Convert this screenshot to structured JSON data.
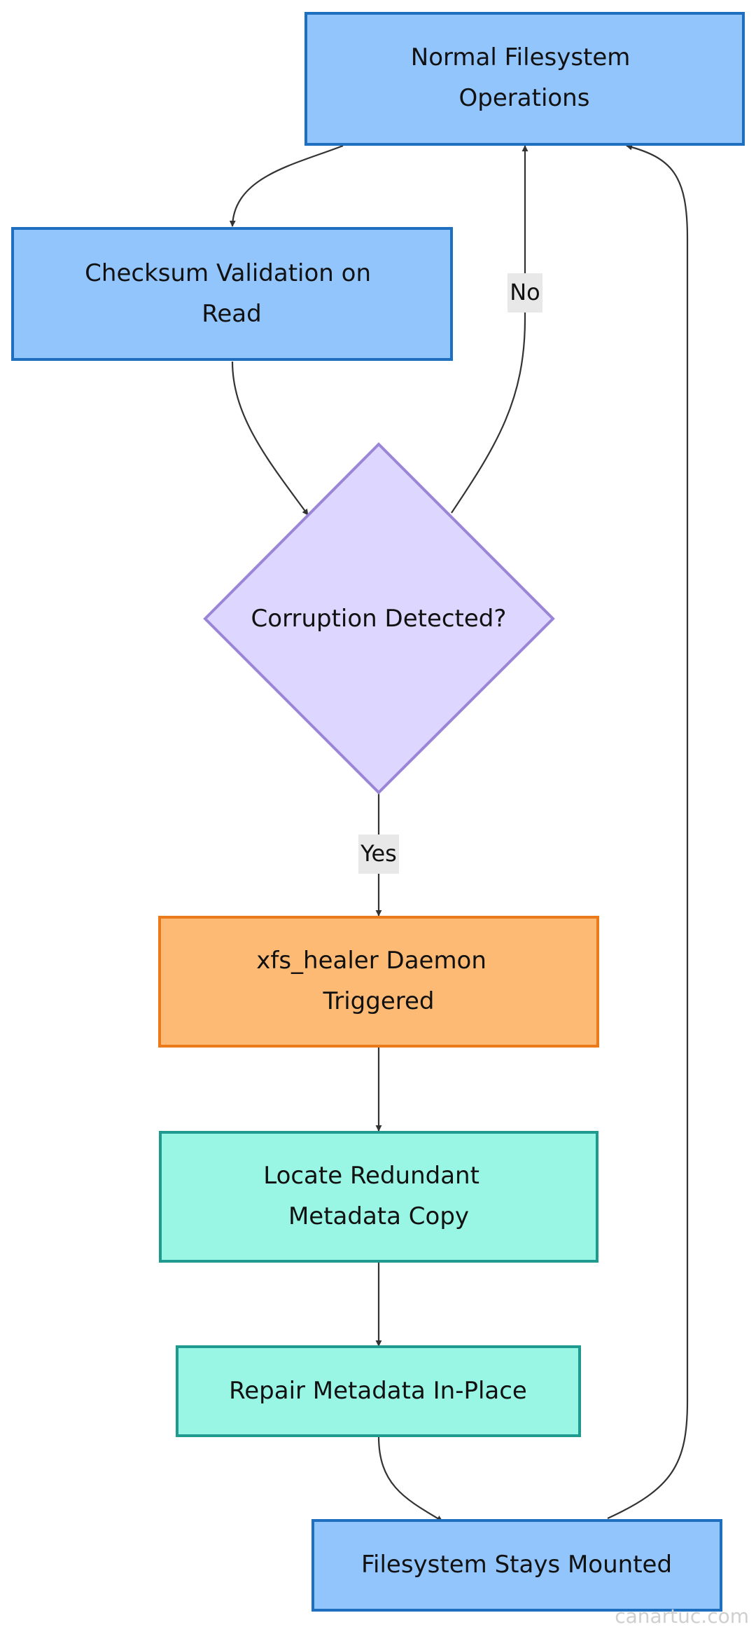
{
  "diagram": {
    "nodes": {
      "normal_ops": {
        "lines": [
          "Normal Filesystem",
          "Operations"
        ],
        "fill": "#93c5fd",
        "stroke": "#1e6fbf"
      },
      "checksum": {
        "lines": [
          "Checksum Validation on",
          "Read"
        ],
        "fill": "#93c5fd",
        "stroke": "#1e6fbf"
      },
      "corruption": {
        "lines": [
          "Corruption Detected?"
        ],
        "fill": "#ddd6fe",
        "stroke": "#9b85d6"
      },
      "healer": {
        "lines": [
          "xfs_healer Daemon",
          "Triggered"
        ],
        "fill": "#fdba74",
        "stroke": "#ea7a1a"
      },
      "locate": {
        "lines": [
          "Locate Redundant",
          "Metadata Copy"
        ],
        "fill": "#99f6e4",
        "stroke": "#1f9a8e"
      },
      "repair": {
        "lines": [
          "Repair Metadata In-Place"
        ],
        "fill": "#99f6e4",
        "stroke": "#1f9a8e"
      },
      "mounted": {
        "lines": [
          "Filesystem Stays Mounted"
        ],
        "fill": "#93c5fd",
        "stroke": "#1e6fbf"
      }
    },
    "edges": {
      "no_label": "No",
      "yes_label": "Yes"
    },
    "colors": {
      "edge": "#333333",
      "edge_label_bg": "#e8e8e8",
      "text": "#111111"
    }
  },
  "watermark": "canartuc.com"
}
